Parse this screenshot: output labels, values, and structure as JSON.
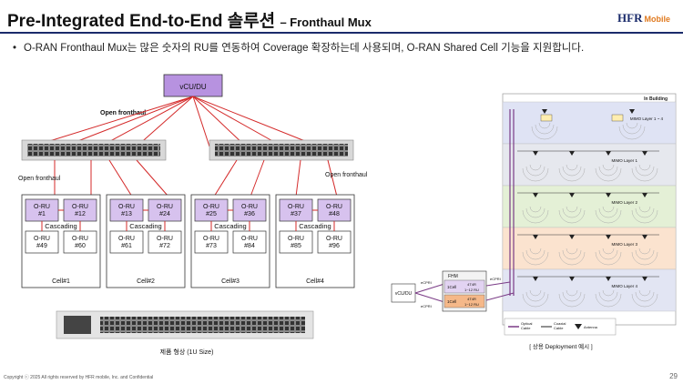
{
  "header": {
    "title": "Pre-Integrated End-to-End 솔루션",
    "subtitle": "– Fronthaul Mux",
    "logo_main": "HFR",
    "logo_sub": "Mobile"
  },
  "bullet": "O-RAN Fronthaul Mux는 많은 숫자의 RU를 연동하여 Coverage 확장하는데 사용되며, O-RAN Shared Cell 기능을 지원합니다.",
  "left_diagram": {
    "vcu": "vCU/DU",
    "open_fronthaul_top": "Open fronthaul",
    "open_fronthaul_left": "Open fronthaul",
    "open_fronthaul_right": "Open fronthaul",
    "cascading": "Cascading",
    "cells": [
      {
        "name": "Cell#1",
        "ru_top": [
          "O-RU\n#1",
          "O-RU\n#12"
        ],
        "ru_bottom": [
          "O-RU\n#49",
          "O-RU\n#60"
        ]
      },
      {
        "name": "Cell#2",
        "ru_top": [
          "O-RU\n#13",
          "O-RU\n#24"
        ],
        "ru_bottom": [
          "O-RU\n#61",
          "O-RU\n#72"
        ]
      },
      {
        "name": "Cell#3",
        "ru_top": [
          "O-RU\n#25",
          "O-RU\n#36"
        ],
        "ru_bottom": [
          "O-RU\n#73",
          "O-RU\n#84"
        ]
      },
      {
        "name": "Cell#4",
        "ru_top": [
          "O-RU\n#37",
          "O-RU\n#48"
        ],
        "ru_bottom": [
          "O-RU\n#85",
          "O-RU\n#96"
        ]
      }
    ],
    "product_caption": "제품 형상 (1U Size)"
  },
  "right_diagram": {
    "building": "In Building",
    "layers": [
      "MIMO Layer 1 ~ 4",
      "MIMO Layer 1",
      "MIMO Layer 2",
      "MIMO Layer 3",
      "MIMO Layer 4"
    ],
    "fhm": "FHM",
    "vcu": "vCU/DU",
    "cell_label": "1Cell",
    "ru_range": "4T4R\n1~12 RU",
    "ecpri": "eCPRI",
    "legend": [
      "Optical\nCable",
      "Coaxial\nCable",
      "Antenna"
    ],
    "caption": "[ 상용 Deployment 예시 ]"
  },
  "footer": "Copyright ⓒ 2025 All rights reserved by HFR mobile, Inc. and Confidential",
  "page_number": "29",
  "colors": {
    "navy": "#1a2b6b",
    "purple": "#c9b3e6",
    "red": "#d42a2a",
    "orange": "#e07a1f"
  }
}
